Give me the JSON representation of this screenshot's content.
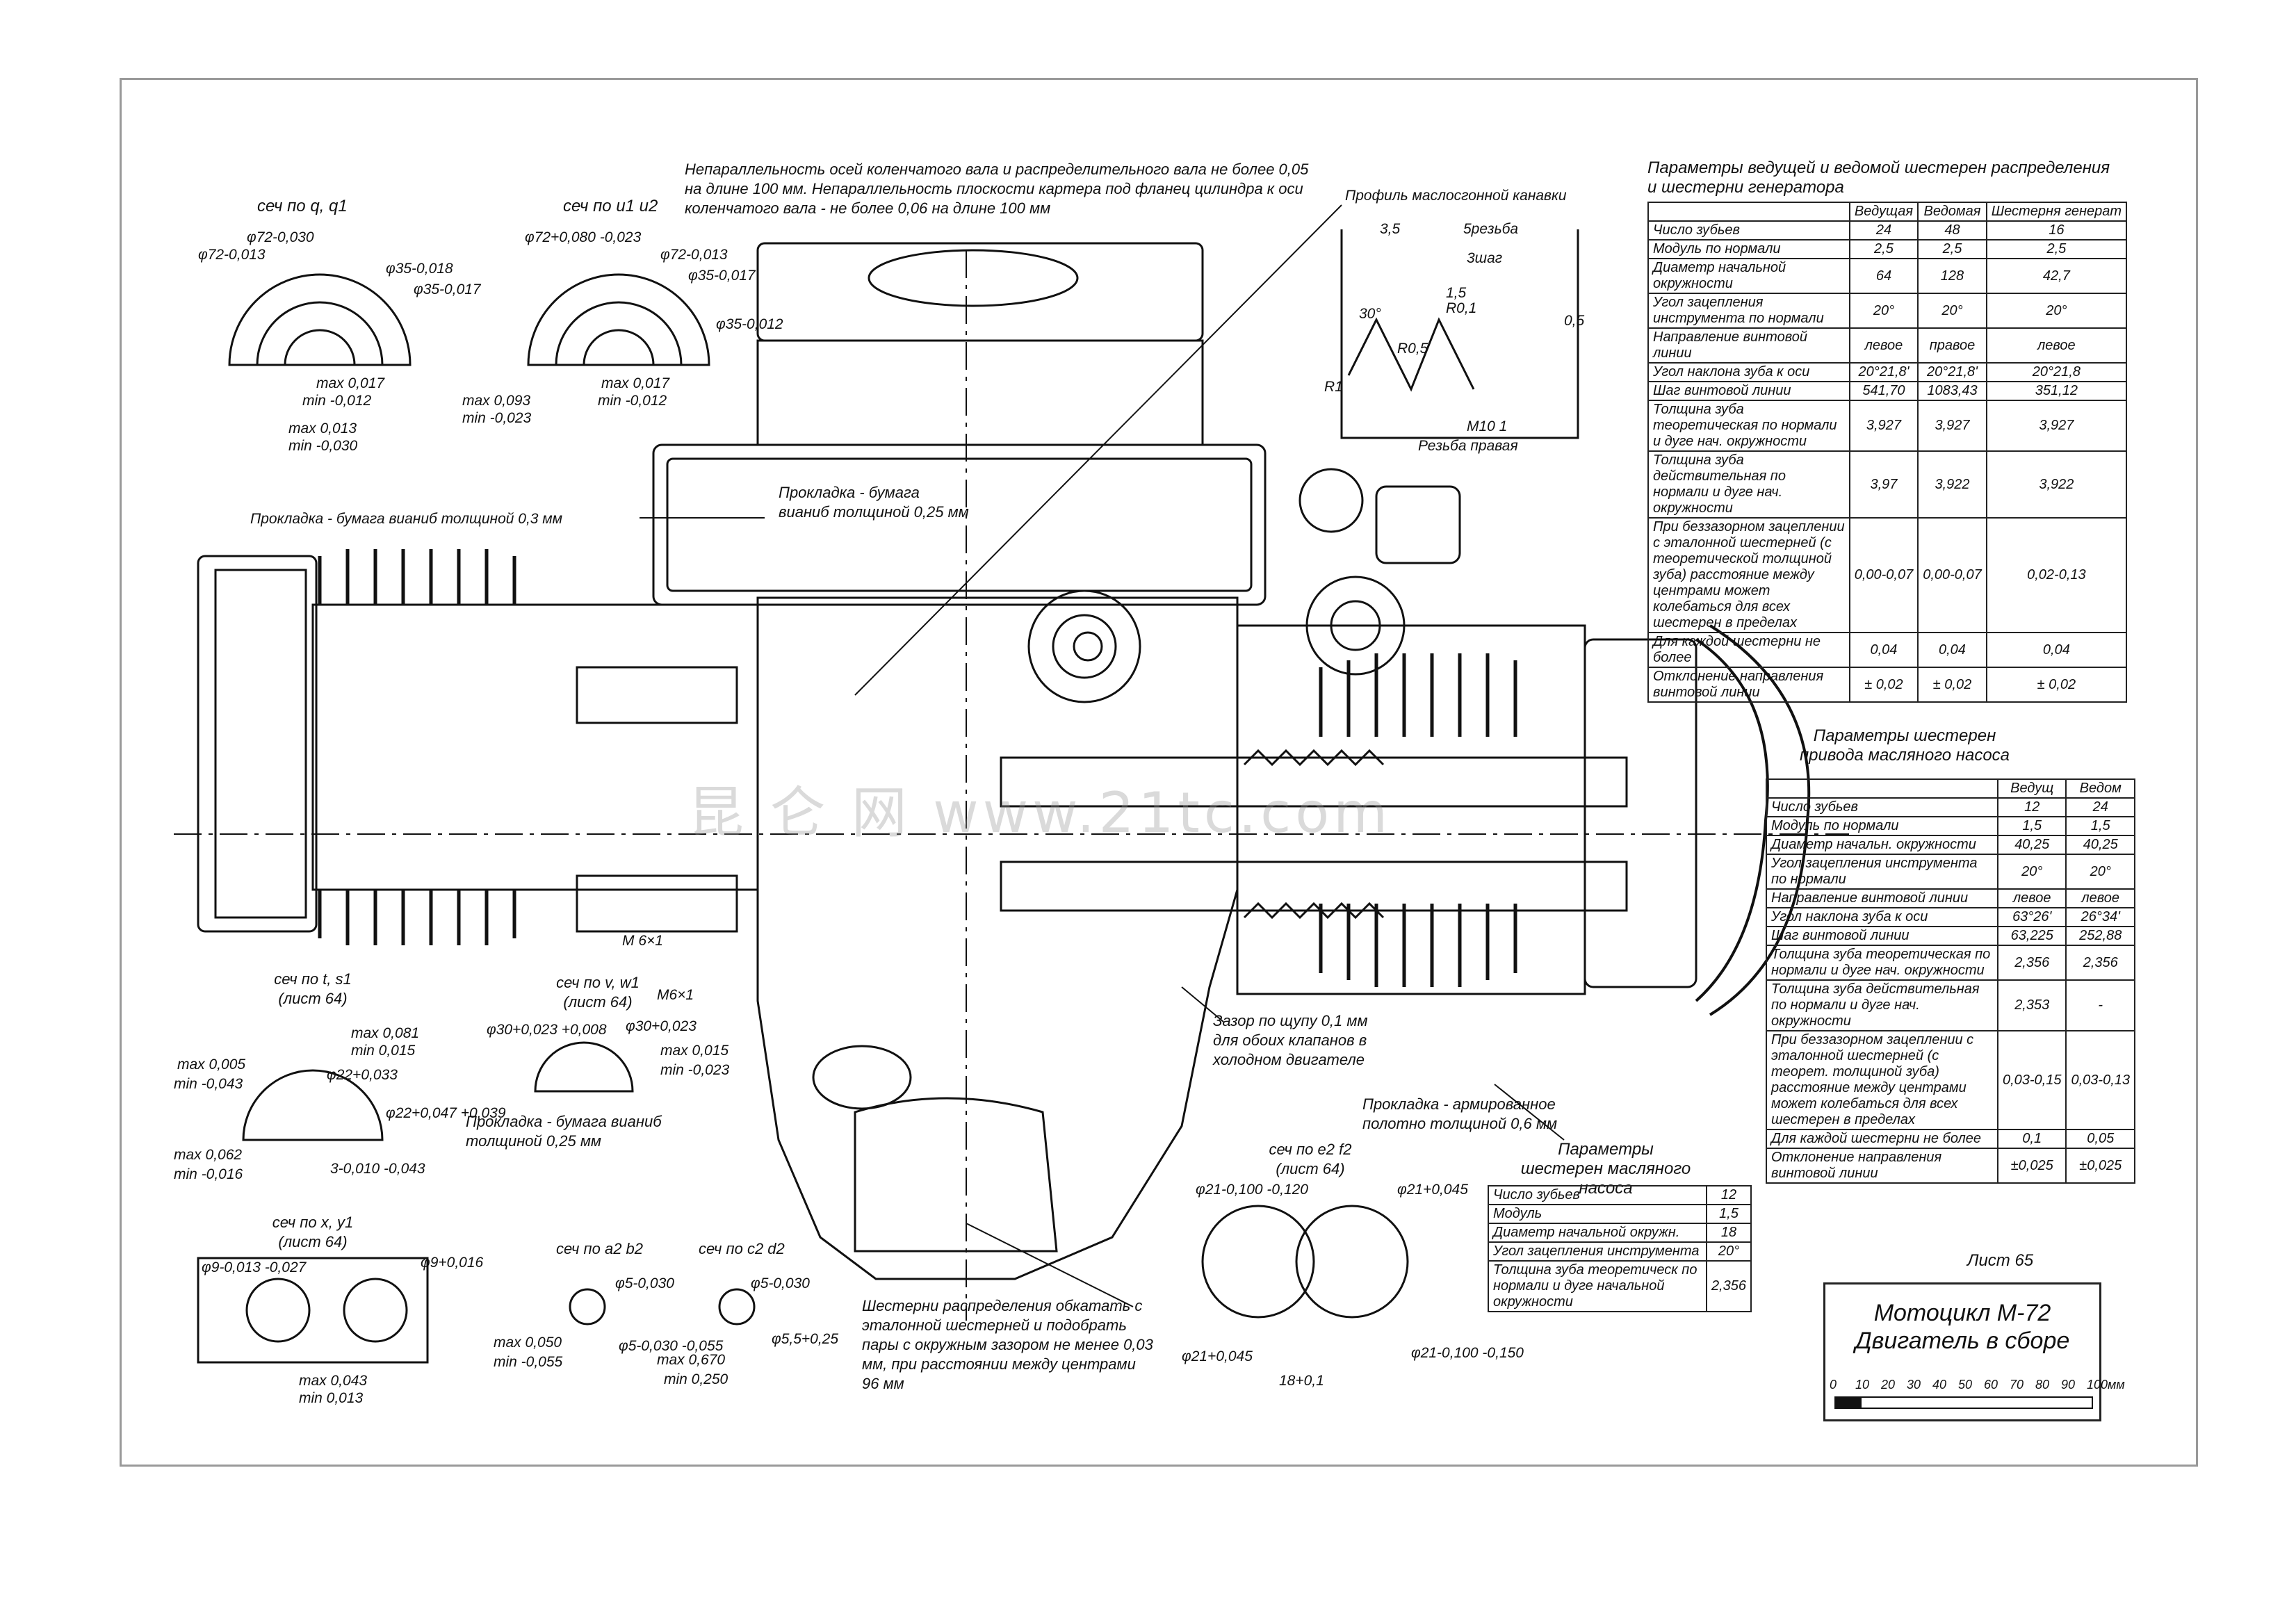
{
  "notes": {
    "parallelism": "Непараллельность осей коленчатого вала и распределительного вала не более 0,05 на длине 100 мм. Непараллельность плоскости картера под фланец цилиндра к оси коленчатого вала - не более 0,06 на длине 100 мм",
    "groove_profile": "Профиль маслосгонной канавки",
    "thread": "Резьба правая",
    "m10": "М10 1",
    "gasket_cyl": "Прокладка - бумага вианиб толщиной 0,3 мм",
    "gasket_cover": "Прокладка - бумага вианиб толщиной 0,25 мм",
    "gasket_sump": "Прокладка - бумага вианиб толщиной 0,25 мм",
    "gasket_head": "Прокладка - армированное полотно толщиной 0,6 мм",
    "valve_gap": "Зазор по щупу 0,1 мм для обоих клапанов в холодном двигателе",
    "gears_check": "Шестерни распределения обкатать с эталонной шестерней и подобрать пары с окружным зазором не менее 0,03 мм, при расстоянии между центрами 96 мм",
    "m6a": "М 6×1",
    "m6b": "М6×1"
  },
  "sections": {
    "qq": {
      "title": "сеч по q, q1",
      "dims": [
        "φ72-0,030",
        "φ72-0,013",
        "φ35-0,018",
        "φ35-0,017",
        "max 0,017",
        "min -0,012",
        "max 0,013",
        "min -0,030"
      ]
    },
    "uu": {
      "title": "сеч по u1 u2",
      "dims": [
        "φ72+0,080 -0,023",
        "φ72-0,013",
        "φ35-0,017",
        "φ35-0,012",
        "max 0,093",
        "min -0,023",
        "max 0,017",
        "min -0,012"
      ]
    },
    "ts": {
      "title": "сеч по t, s1 (лист 64)",
      "dims": [
        "max 0,081",
        "min 0,015",
        "max 0,005",
        "min -0,043",
        "φ22+0,033",
        "φ22+0,047 +0,039",
        "max 0,062",
        "min -0,016",
        "3-0,010 -0,043"
      ]
    },
    "vw": {
      "title": "сеч по v, w1 (лист 64)",
      "dims": [
        "φ30+0,023 +0,008",
        "φ30+0,023",
        "max 0,015",
        "min -0,023"
      ]
    },
    "xy": {
      "title": "сеч по x, y1 (лист 64)",
      "dims": [
        "φ9-0,013 -0,027",
        "φ9+0,016",
        "max 0,043",
        "min 0,013"
      ]
    },
    "ab": {
      "title": "сеч по a2 b2",
      "dims": [
        "φ5-0,030",
        "φ5-0,030 -0,055",
        "max 0,050",
        "min -0,055"
      ]
    },
    "cd": {
      "title": "сеч по c2 d2",
      "dims": [
        "φ5-0,030",
        "φ5,5+0,25",
        "max 0,670",
        "min 0,250"
      ]
    },
    "ef": {
      "title": "сеч по e2 f2 (лист 64)",
      "dims": [
        "φ21-0,100 -0,120",
        "φ21+0,045",
        "φ21+0,045",
        "φ21-0,100 -0,150",
        "18+0,1"
      ]
    },
    "groove": {
      "dims": [
        "3,5",
        "5резьба",
        "3шаг",
        "1,5",
        "R0,1",
        "30°",
        "R0,5",
        "R1",
        "0,5"
      ]
    }
  },
  "table_dist": {
    "title": "Параметры ведущей и ведомой шестерен распределения и шестерни генератора",
    "headers": [
      "",
      "Ведущая",
      "Ведомая",
      "Шестерня генерат"
    ],
    "rows": [
      [
        "Число зубьев",
        "24",
        "48",
        "16"
      ],
      [
        "Модуль по нормали",
        "2,5",
        "2,5",
        "2,5"
      ],
      [
        "Диаметр начальной окружности",
        "64",
        "128",
        "42,7"
      ],
      [
        "Угол зацепления инструмента по нормали",
        "20°",
        "20°",
        "20°"
      ],
      [
        "Направление винтовой линии",
        "левое",
        "правое",
        "левое"
      ],
      [
        "Угол наклона зуба к оси",
        "20°21,8'",
        "20°21,8'",
        "20°21,8"
      ],
      [
        "Шаг винтовой линии",
        "541,70",
        "1083,43",
        "351,12"
      ],
      [
        "Толщина зуба теоретическая по нормали и дуге нач. окружности",
        "3,927",
        "3,927",
        "3,927"
      ],
      [
        "Толщина зуба действительная по нормали и дуге нач. окружности",
        "3,97",
        "3,922",
        "3,922"
      ],
      [
        "При беззазорном зацеплении с эталонной шестерней (с теоретической толщиной зуба) расстояние между центрами может колебаться для всех шестерен в пределах",
        "0,00-0,07",
        "0,00-0,07",
        "0,02-0,13"
      ],
      [
        "Для каждой шестерни не более",
        "0,04",
        "0,04",
        "0,04"
      ],
      [
        "Отклонение направления винтовой линии",
        "± 0,02",
        "± 0,02",
        "± 0,02"
      ]
    ]
  },
  "table_pump_drive": {
    "title": "Параметры шестерен привода масляного насоса",
    "headers": [
      "",
      "Ведущ",
      "Ведом"
    ],
    "rows": [
      [
        "Число зубьев",
        "12",
        "24"
      ],
      [
        "Модуль по нормали",
        "1,5",
        "1,5"
      ],
      [
        "Диаметр начальн. окружности",
        "40,25",
        "40,25"
      ],
      [
        "Угол зацепления инструмента по нормали",
        "20°",
        "20°"
      ],
      [
        "Направление винтовой линии",
        "левое",
        "левое"
      ],
      [
        "Угол наклона зуба к оси",
        "63°26'",
        "26°34'"
      ],
      [
        "Шаг винтовой линии",
        "63,225",
        "252,88"
      ],
      [
        "Толщина зуба теоретическая по нормали и дуге нач. окружности",
        "2,356",
        "2,356"
      ],
      [
        "Толщина зуба действительная по нормали и дуге нач. окружности",
        "2,353",
        "-"
      ],
      [
        "При беззазорном зацеплении с эталонной шестерней (с теорет. толщиной зуба) расстояние между центрами может колебаться для всех шестерен в пределах",
        "0,03-0,15",
        "0,03-0,13"
      ],
      [
        "Для каждой шестерни не более",
        "0,1",
        "0,05"
      ],
      [
        "Отклонение направления винтовой линии",
        "±0,025",
        "±0,025"
      ]
    ]
  },
  "table_pump": {
    "title": "Параметры шестерен масляного насоса",
    "rows": [
      [
        "Число зубьев",
        "12"
      ],
      [
        "Модуль",
        "1,5"
      ],
      [
        "Диаметр начальной окружн.",
        "18"
      ],
      [
        "Угол зацепления инструмента",
        "20°"
      ],
      [
        "Толщина зуба теоретическ по нормали и дуге начальной окружности",
        "2,356"
      ]
    ]
  },
  "title_block": {
    "sheet": "Лист 65",
    "line1": "Мотоцикл М-72",
    "line2": "Двигатель в сборе",
    "scale": [
      "0",
      "10",
      "20",
      "30",
      "40",
      "50",
      "60",
      "70",
      "80",
      "90",
      "100мм"
    ]
  },
  "watermark": "昆 仑 网 www.21tc.com"
}
